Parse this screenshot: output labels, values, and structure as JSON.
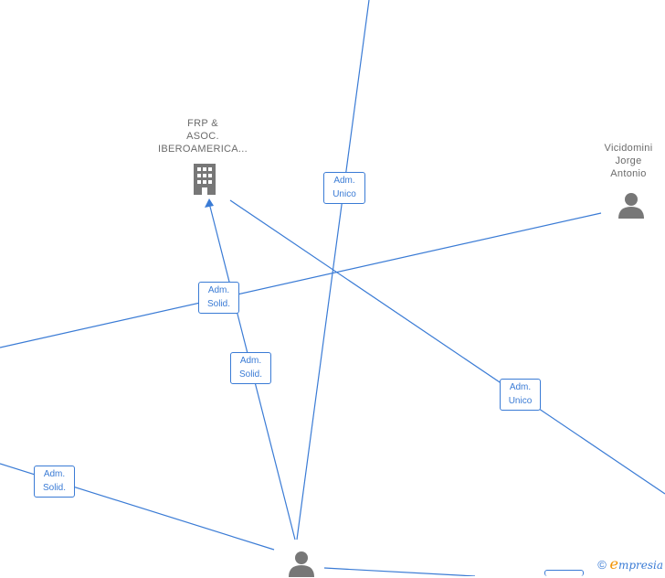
{
  "nodes": {
    "company": {
      "lines": [
        "FRP &",
        "ASOC.",
        "IBEROAMERICA..."
      ]
    },
    "person_vicidomini": {
      "lines": [
        "Vicidomini",
        "Jorge",
        "Antonio"
      ]
    }
  },
  "edge_labels": {
    "adm_unico_top": [
      "Adm.",
      "Unico"
    ],
    "adm_solid_left": [
      "Adm.",
      "Solid."
    ],
    "adm_solid_center": [
      "Adm.",
      "Solid."
    ],
    "adm_unico_right": [
      "Adm.",
      "Unico"
    ],
    "adm_solid_bottom": [
      "Adm.",
      "Solid."
    ]
  },
  "footer": {
    "copyright": "©",
    "brand_e": "e",
    "brand_rest": "mpresia"
  },
  "colors": {
    "edge": "#3a7bd5",
    "node_icon": "#777777",
    "label_text": "#6b6b6b"
  },
  "icons": {
    "company": "building-icon",
    "person": "person-icon"
  }
}
